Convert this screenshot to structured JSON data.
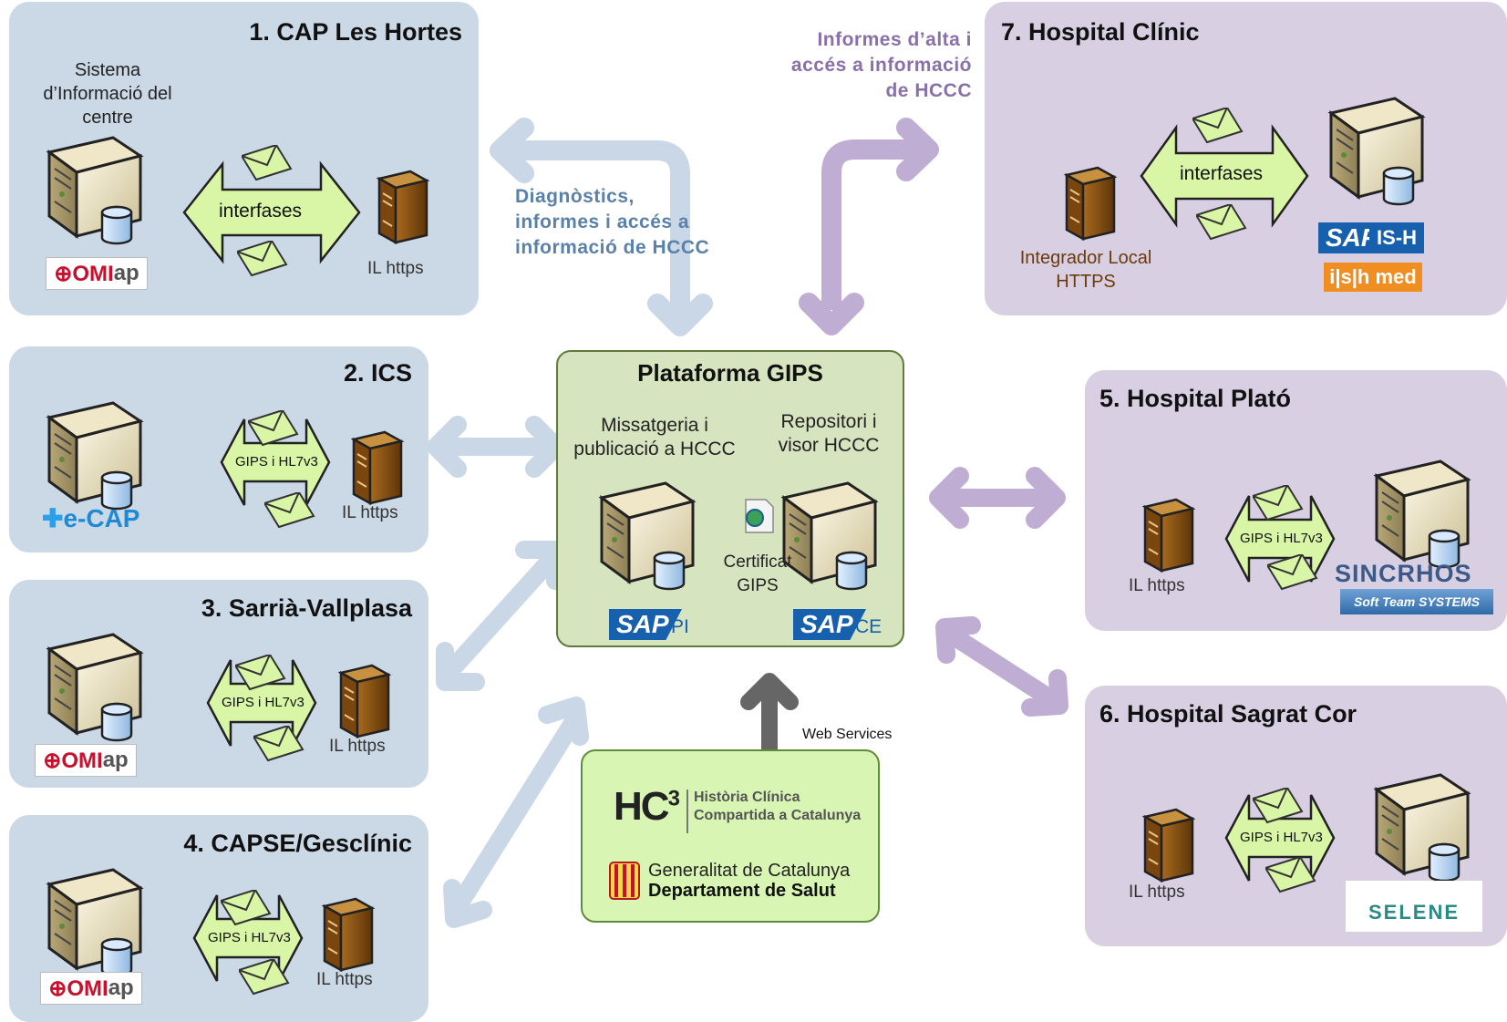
{
  "centers": {
    "cap_les_hortes": {
      "title": "1. CAP Les Hortes",
      "system_label": "Sistema d’Informació del centre",
      "interface_label": "interfases",
      "il_label": "IL https",
      "logo": "OMIap"
    },
    "ics": {
      "title": "2. ICS",
      "interface_label": "GIPS i HL7v3",
      "il_label": "IL https",
      "logo": "e-CAP"
    },
    "sarria": {
      "title": "3. Sarrià-Vallplasa",
      "interface_label": "GIPS i HL7v3",
      "il_label": "IL https",
      "logo": "OMIap"
    },
    "capse": {
      "title": "4. CAPSE/Gesclínic",
      "interface_label": "GIPS i HL7v3",
      "il_label": "IL https",
      "logo": "OMIap"
    }
  },
  "hospitals": {
    "clinic": {
      "title": "7. Hospital Clínic",
      "interface_label": "interfases",
      "integrator_label": "Integrador Local HTTPS",
      "logo_sap": "SAP",
      "logo_ish": "IS-H",
      "logo_med": "i|s|h med"
    },
    "plato": {
      "title": "5. Hospital Plató",
      "interface_label": "GIPS i HL7v3",
      "il_label": "IL https",
      "logo": "SINCRHOS",
      "sublogo": "Soft Team SYSTEMS"
    },
    "sagrat_cor": {
      "title": "6. Hospital Sagrat Cor",
      "interface_label": "GIPS i HL7v3",
      "il_label": "IL https",
      "logo": "SELENE"
    }
  },
  "gips": {
    "title": "Plataforma GIPS",
    "left_label": "Missatgeria i publicació a HCCC",
    "right_label": "Repositori i visor HCCC",
    "cert_label": "Certificat GIPS",
    "left_sap": "SAP",
    "left_sap_suffix": "PI",
    "right_sap": "SAP",
    "right_sap_suffix": "CE"
  },
  "flows": {
    "blue_label": "Diagnòstics, informes i accés a informació de HCCC",
    "purple_label": "Informes d’alta i accés a informació de HCCC",
    "web_services": "Web Services"
  },
  "hc3": {
    "mark": "HC",
    "sup": "3",
    "name_line1": "Història Clínica",
    "name_line2": "Compartida a Catalunya",
    "gov_line1": "Generalitat de Catalunya",
    "gov_line2": "Departament de Salut"
  },
  "colors": {
    "blue_panel": "#cbd8e6",
    "purple_panel": "#d9cfe2",
    "gips_panel": "#d6e4bf",
    "hc3_panel": "#d8f5b3",
    "blue_arrow": "#c9d7e6",
    "purple_arrow": "#bfadd3",
    "ws_arrow": "#666666",
    "interface_arrow": "#d9f5a6"
  }
}
